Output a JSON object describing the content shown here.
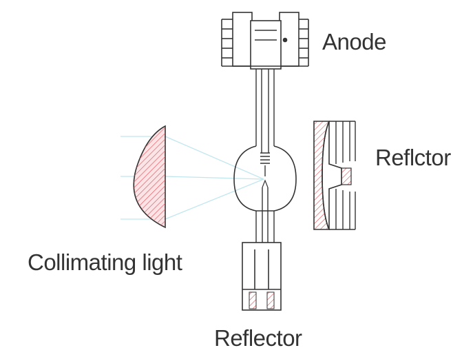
{
  "labels": {
    "anode": "Anode",
    "reflector_right": "Reflctor",
    "collimating": "Collimating light",
    "reflector_bottom": "Reflector"
  },
  "colors": {
    "line": "#333333",
    "hatch": "#e0505a",
    "lens_fill": "#fbe4e6",
    "rays": "#bfe6ee",
    "text": "#333333"
  }
}
